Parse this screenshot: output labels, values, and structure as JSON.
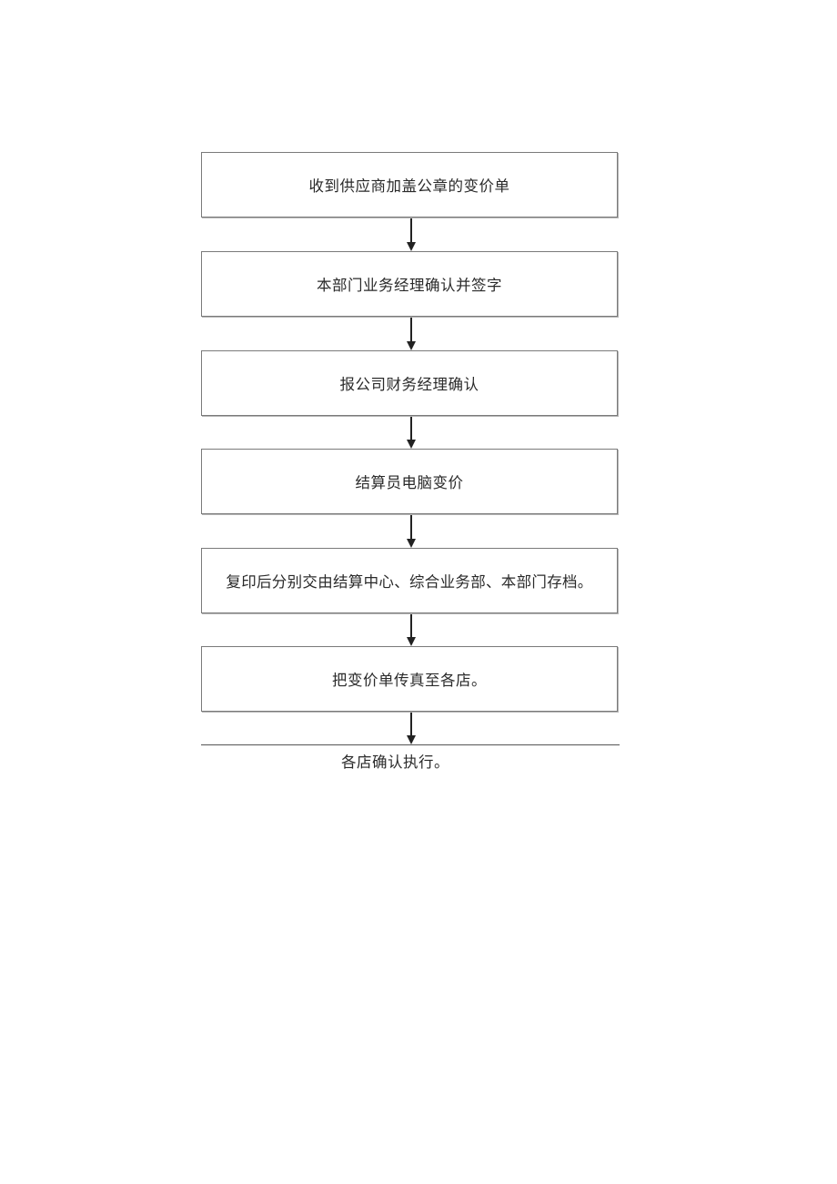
{
  "flowchart": {
    "steps": [
      {
        "label": "收到供应商加盖公章的变价单"
      },
      {
        "label": "本部门业务经理确认并签字"
      },
      {
        "label": "报公司财务经理确认"
      },
      {
        "label": "结算员电脑变价"
      },
      {
        "label": "复印后分别交由结算中心、综合业务部、本部门存档。"
      },
      {
        "label": "把变价单传真至各店。"
      }
    ],
    "final_step": {
      "label": "各店确认执行。"
    },
    "colors": {
      "border": "#7a7a7a",
      "arrow": "#222222",
      "text": "#2a2a2a",
      "background": "#ffffff"
    }
  }
}
